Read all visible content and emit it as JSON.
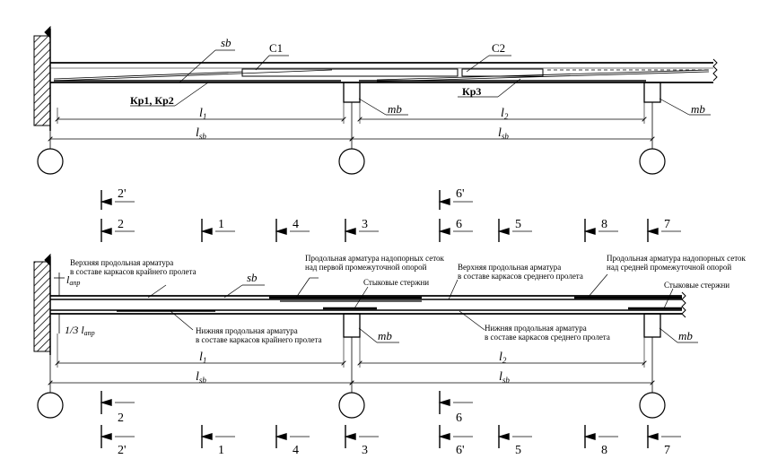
{
  "top": {
    "label_sb": "sb",
    "label_c1": "C1",
    "label_c2": "C2",
    "label_kr12": "Кр1, Кр2",
    "label_kr3": "Кр3",
    "label_mb1": "mb",
    "label_mb2": "mb",
    "dim_l1": "l",
    "dim_l1_sub": "1",
    "dim_l2": "l",
    "dim_l2_sub": "2",
    "dim_lsb1": "l",
    "dim_lsb1_sub": "sb",
    "dim_lsb2": "l",
    "dim_lsb2_sub": "sb",
    "section_marks": {
      "m2p": "2'",
      "m2": "2",
      "m1": "1",
      "m4": "4",
      "m3": "3",
      "m6p": "6'",
      "m6": "6",
      "m5": "5",
      "m8": "8",
      "m7": "7"
    }
  },
  "bottom": {
    "label_lanc": "l",
    "label_lanc_sub": "anp",
    "label_third": "1/3 l",
    "label_third_sub": "anp",
    "label_sb": "sb",
    "label_mb1": "mb",
    "label_mb2": "mb",
    "note_top_end_1": "Верхняя продольная арматура",
    "note_top_end_2": "в составе каркасов крайнего пролета",
    "note_mesh_first_1": "Продольная арматура надопорных сеток",
    "note_mesh_first_2": "над первой промежуточной опорой",
    "note_top_mid_1": "Верхняя продольная арматура",
    "note_top_mid_2": "в составе каркасов среднего пролета",
    "note_mesh_mid_1": "Продольная арматура надопорных сеток",
    "note_mesh_mid_2": "над средней промежуточной опорой",
    "note_splice_1": "Стыковые стержни",
    "note_splice_2": "Стыковые стержни",
    "note_bot_end_1": "Нижняя продольная арматура",
    "note_bot_end_2": "в составе каркасов крайнего пролета",
    "note_bot_mid_1": "Нижняя продольная арматура",
    "note_bot_mid_2": "в составе каркасов среднего пролета",
    "dim_l1": "l",
    "dim_l1_sub": "1",
    "dim_l2": "l",
    "dim_l2_sub": "2",
    "dim_lsb1": "l",
    "dim_lsb1_sub": "sb",
    "dim_lsb2": "l",
    "dim_lsb2_sub": "sb",
    "section_marks": {
      "m2": "2",
      "m6": "6",
      "m2p": "2'",
      "m1": "1",
      "m4": "4",
      "m3": "3",
      "m6p": "6'",
      "m5": "5",
      "m8": "8",
      "m7": "7"
    }
  }
}
